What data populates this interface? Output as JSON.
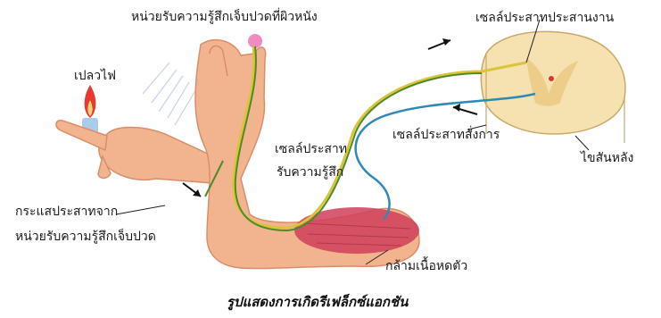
{
  "labels": {
    "pain_receptor": "หน่วยรับความรู้สึกเจ็บปวดที่ผิวหนัง",
    "flame": "เปลวไฟ",
    "interneuron": "เซลล์ประสาทประสานงาน",
    "motor_neuron": "เซลล์ประสาทสั่งการ",
    "spinal_cord": "ไขสันหลัง",
    "sensory_neuron_line1": "เซลล์ประสาท",
    "sensory_neuron_line2": "รับความรู้สึก",
    "impulse_line1": "กระแสประสาทจาก",
    "impulse_line2": "หน่วยรับความรู้สึกเจ็บปวด",
    "muscle": "กล้ามเนื้อหดตัว"
  },
  "caption": "รูปแสดงการเกิดรีเฟล็กซ์แอกชัน",
  "colors": {
    "skin": "#f2b48f",
    "skin_dark": "#d98e6a",
    "sensory_nerve": "#d9c43a",
    "motor_nerve": "#2e8ab5",
    "muscle": "#d0405a",
    "spinal_cord": "#f5e2b0",
    "flame": "#e8382f",
    "nerve_path": "#4f8a2a"
  }
}
